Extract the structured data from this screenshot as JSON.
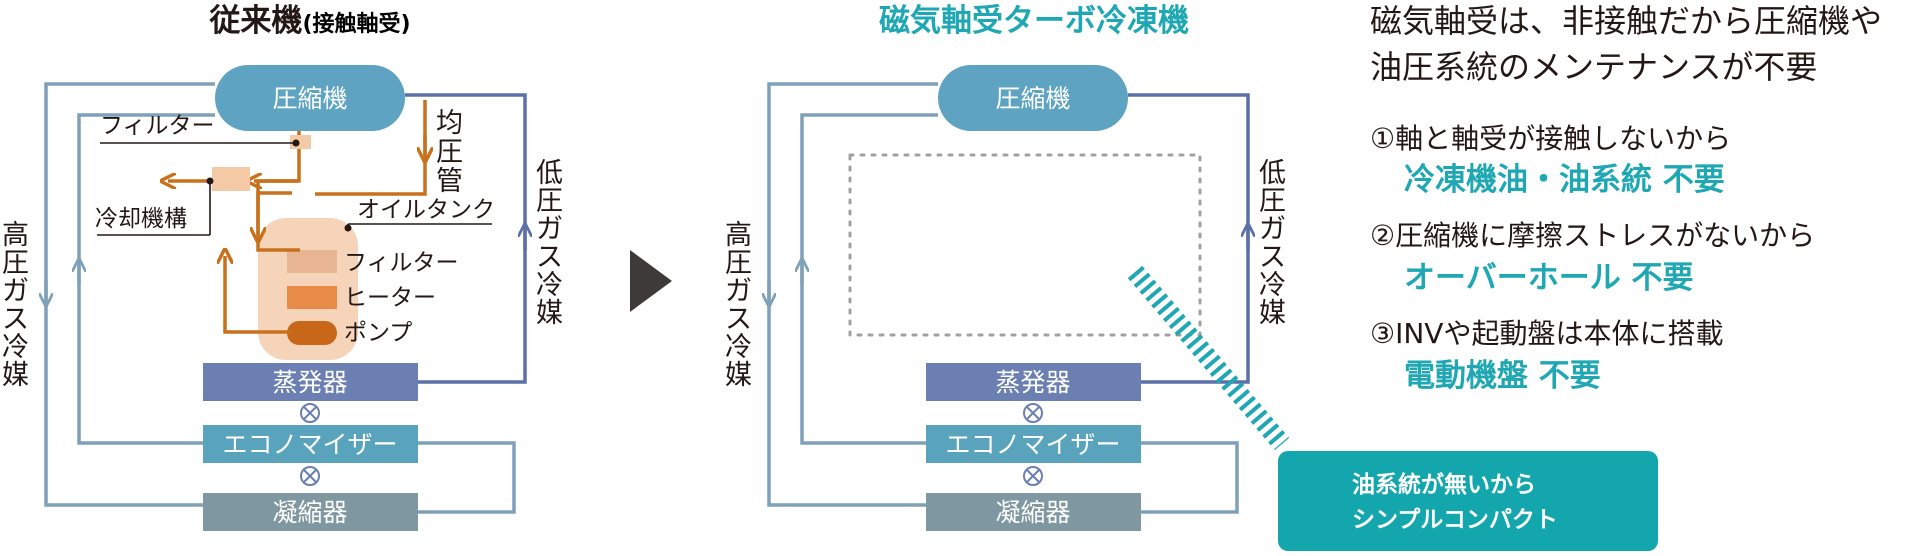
{
  "colors": {
    "compressor": "#5ea4c2",
    "evaporator": "#6b7fb2",
    "economizer": "#5aa3bd",
    "condenser": "#7f97a1",
    "high_pressure_line": "#7ea0b8",
    "low_pressure_line": "#5b70a8",
    "oil_line": "#c8711c",
    "teal_accent": "#1fa8b3",
    "dark_text": "#231815",
    "arrow": "#3e3a39"
  },
  "left": {
    "title": "従来機",
    "title_suffix": "(接触軸受)",
    "compressor": "圧縮機",
    "filter_top": "フィルター",
    "cooling": "冷却機構",
    "equalizer": [
      "均",
      "圧",
      "管"
    ],
    "oil_tank": "オイルタンク",
    "tank_items": [
      "フィルター",
      "ヒーター",
      "ポンプ"
    ],
    "evaporator": "蒸発器",
    "economizer": "エコノマイザー",
    "condenser": "凝縮器",
    "high_pressure": [
      "高",
      "圧",
      "ガ",
      "ス",
      "冷",
      "媒"
    ],
    "low_pressure": [
      "低",
      "圧",
      "ガ",
      "ス",
      "冷",
      "媒"
    ]
  },
  "mid": {
    "title": "磁気軸受ターボ冷凍機",
    "compressor": "圧縮機",
    "evaporator": "蒸発器",
    "economizer": "エコノマイザー",
    "condenser": "凝縮器",
    "high_pressure": [
      "高",
      "圧",
      "ガ",
      "ス",
      "冷",
      "媒"
    ],
    "low_pressure": [
      "低",
      "圧",
      "ガ",
      "ス",
      "冷",
      "媒"
    ],
    "callout_line1": "油系統が無いから",
    "callout_line2": "シンプルコンパクト"
  },
  "right": {
    "heading_line1": "磁気軸受は、非接触だから圧縮機や",
    "heading_line2": "油圧系統のメンテナンスが不要",
    "items": [
      {
        "reason": "①軸と軸受が接触しないから",
        "result": "冷凍機油・油系統 不要"
      },
      {
        "reason": "②圧縮機に摩擦ストレスがないから",
        "result": "オーバーホール 不要"
      },
      {
        "reason": "③INVや起動盤は本体に搭載",
        "result": "電動機盤 不要"
      }
    ]
  }
}
